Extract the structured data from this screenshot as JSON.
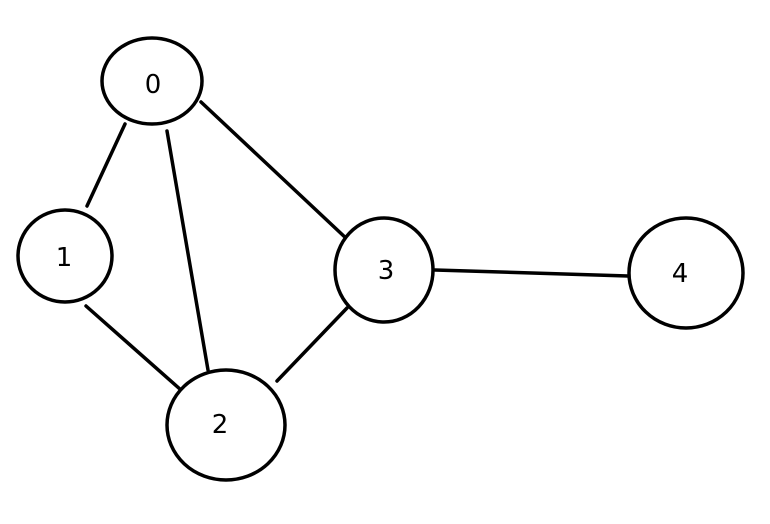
{
  "graph": {
    "nodes": [
      {
        "id": "0",
        "label": "0"
      },
      {
        "id": "1",
        "label": "1"
      },
      {
        "id": "2",
        "label": "2"
      },
      {
        "id": "3",
        "label": "3"
      },
      {
        "id": "4",
        "label": "4"
      }
    ],
    "edges": [
      {
        "source": "0",
        "target": "1"
      },
      {
        "source": "0",
        "target": "2"
      },
      {
        "source": "0",
        "target": "3"
      },
      {
        "source": "1",
        "target": "2"
      },
      {
        "source": "2",
        "target": "3"
      },
      {
        "source": "3",
        "target": "4"
      }
    ]
  }
}
